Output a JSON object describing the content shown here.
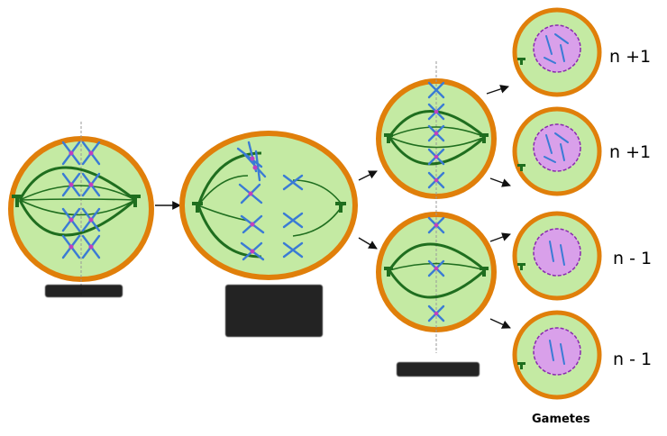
{
  "colors": {
    "membrane": "#e07f0a",
    "cytoplasm": "#c4eaa3",
    "spindle": "#1f6e1f",
    "chromosome": "#3a7bd5",
    "centromere": "#c040c0",
    "nucleus_fill": "#d9a0ea",
    "nucleus_outline": "#8a2ab0",
    "arrow": "#111111"
  },
  "gamete_labels": [
    "n +1",
    "n +1",
    "n - 1",
    "n - 1"
  ],
  "gametes_caption": "Gametes",
  "icons": [
    "centrosome-icon",
    "arrow-icon",
    "chromosome-icon",
    "nucleus-icon"
  ]
}
